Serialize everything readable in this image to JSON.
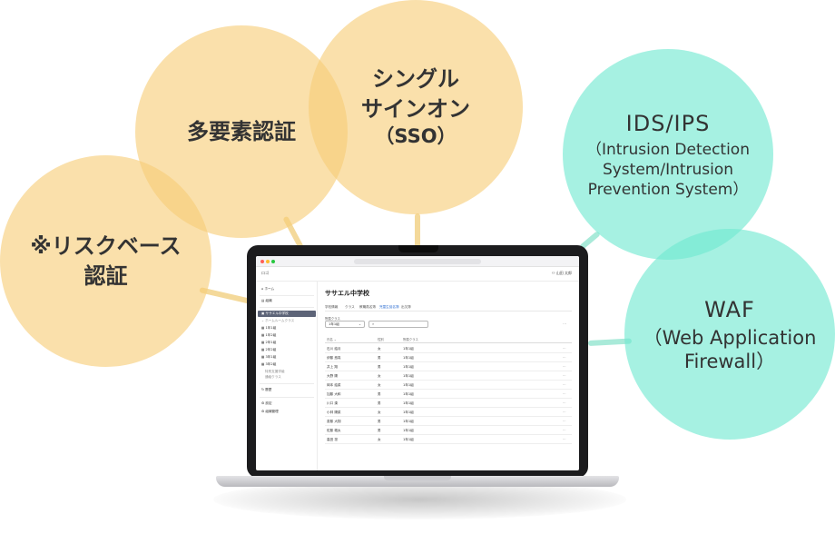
{
  "bubbles": {
    "risk_based": {
      "line1": "※リスクベース",
      "line2": "認証"
    },
    "mfa": {
      "label": "多要素認証"
    },
    "sso": {
      "line1": "シングル",
      "line2": "サインオン",
      "line3": "（SSO）"
    },
    "ids_ips": {
      "title": "IDS/IPS",
      "line1": "（Intrusion Detection",
      "line2": "System/Intrusion",
      "line3": "Prevention System）"
    },
    "waf": {
      "title": "WAF",
      "line1": "（Web Application",
      "line2": "Firewall）"
    }
  },
  "colors": {
    "yellow": "#f7cd78",
    "teal": "#70e8d0"
  },
  "app": {
    "logo": "ロゴ",
    "user": "山田 太郎",
    "sidebar": {
      "home": "ホーム",
      "organization": "組織",
      "school": "ササエル中学校",
      "homeroom": "ホームルームクラス",
      "classes": [
        "1年1組",
        "1年2組",
        "2年1組",
        "2年2組",
        "3年1組",
        "3年2組"
      ],
      "sub1": "特別支援学級",
      "sub2": "通級クラス",
      "history": "履歴",
      "settings": "設定",
      "admin": "組織管理"
    },
    "main": {
      "title": "ササエル中学校",
      "tabs": [
        "学校情報",
        "クラス",
        "教職員名簿",
        "児童生徒名簿",
        "出欠簿"
      ],
      "filter_label": "所属クラス",
      "filter_value": "1年1組",
      "search_placeholder": "",
      "columns": [
        "氏名",
        "性別",
        "所属クラス"
      ],
      "rows": [
        {
          "name": "石川 結月",
          "gender": "女",
          "cls": "1年1組"
        },
        {
          "name": "伊藤 悠真",
          "gender": "男",
          "cls": "1年1組"
        },
        {
          "name": "井上 翔",
          "gender": "男",
          "cls": "1年1組"
        },
        {
          "name": "大野 陽",
          "gender": "女",
          "cls": "1年1組"
        },
        {
          "name": "岡本 結菜",
          "gender": "女",
          "cls": "1年1組"
        },
        {
          "name": "加藤 大和",
          "gender": "男",
          "cls": "1年1組"
        },
        {
          "name": "川口 湊",
          "gender": "男",
          "cls": "1年1組"
        },
        {
          "name": "小林 陽菜",
          "gender": "女",
          "cls": "1年1組"
        },
        {
          "name": "斎藤 大翔",
          "gender": "男",
          "cls": "1年1組"
        },
        {
          "name": "佐藤 颯太",
          "gender": "男",
          "cls": "1年1組"
        },
        {
          "name": "高田 凛",
          "gender": "女",
          "cls": "1年1組"
        }
      ]
    }
  }
}
